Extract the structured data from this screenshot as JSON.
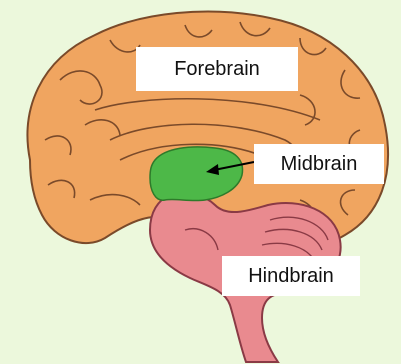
{
  "labels": {
    "forebrain": "Forebrain",
    "midbrain": "Midbrain",
    "hindbrain": "Hindbrain"
  },
  "colors": {
    "background": "#ecf8dc",
    "forebrain": "#f0a560",
    "midbrain": "#4db848",
    "hindbrain": "#e98a8f",
    "outline": "#7a4a2a"
  }
}
